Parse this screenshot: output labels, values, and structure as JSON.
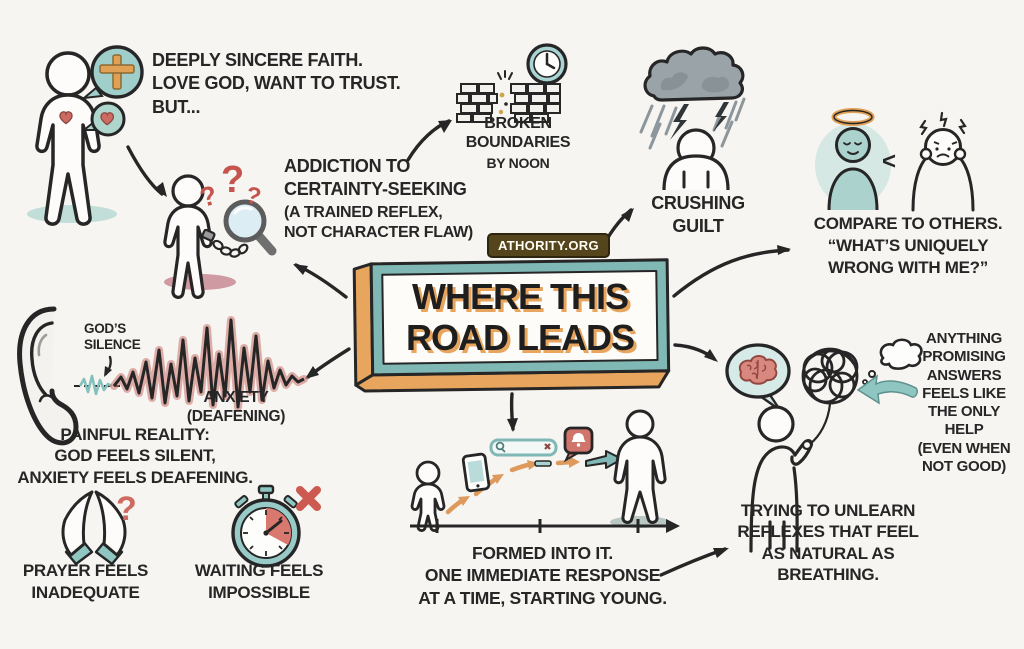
{
  "colors": {
    "background": "#f7f5f2",
    "ink": "#262626",
    "teal": "#8fc6c2",
    "teal_dark": "#7fb8b5",
    "teal_light": "#cfe6e3",
    "orange": "#e8a55e",
    "red": "#cd6b62",
    "red_bright": "#c4544c",
    "storm_gray": "#9aa3a7",
    "badge_bg": "#54451d"
  },
  "center": {
    "title": "WHERE THIS\nROAD LEADS",
    "badge": "ATHORITY.ORG"
  },
  "nodes": {
    "faith": {
      "label": "DEEPLY SINCERE FAITH.\nLOVE GOD, WANT TO TRUST.\nBUT..."
    },
    "addiction": {
      "title": "ADDICTION TO\nCERTAINTY-SEEKING",
      "subtitle": "(A TRAINED REFLEX,\nNOT CHARACTER FLAW)"
    },
    "boundaries": {
      "title": "BROKEN\nBOUNDARIES",
      "subtitle": "BY NOON"
    },
    "guilt": {
      "label": "CRUSHING\nGUILT"
    },
    "compare": {
      "label": "COMPARE TO OTHERS.\n“WHAT’S UNIQUELY\nWRONG WITH ME?”",
      "separator": "<"
    },
    "silence": {
      "small_wave_label": "GOD’S\nSILENCE",
      "large_wave_label": "ANXIETY\n(DEAFENING)",
      "caption": "PAINFUL REALITY:\nGOD FEELS SILENT,\nANXIETY FEELS DEAFENING."
    },
    "prayer": {
      "label": "PRAYER FEELS\nINADEQUATE"
    },
    "waiting": {
      "label": "WAITING FEELS\nIMPOSSIBLE"
    },
    "formed": {
      "label": "FORMED INTO IT.\nONE IMMEDIATE RESPONSE\nAT A TIME, STARTING YOUNG."
    },
    "unlearn": {
      "label": "TRYING TO UNLEARN\nREFLEXES THAT FEEL\nAS NATURAL AS\nBREATHING."
    },
    "anything": {
      "label": "ANYTHING\nPROMISING\nANSWERS\nFEELS LIKE\nTHE ONLY\nHELP\n(EVEN WHEN\nNOT GOOD)"
    }
  },
  "icons": {
    "faith-person": "person with heart, cross speech bubble, heart speech bubble",
    "certainty-seeker": "person chained to magnifying glass with question marks",
    "broken-wall": "cracked brick wall with clock",
    "storm-guilt": "storm cloud with lightning and rain over bowed person",
    "halo-person": "serene haloed teal figure",
    "stressed-person": "person clutching head with stress marks",
    "ear": "listening ear",
    "anxiety-wave": "jagged red-black waveform with small calm teal wave",
    "praying-hands": "praying hands with question mark",
    "stopwatch": "stopwatch with red wedge and red X",
    "formation-timeline": "child-to-adult timeline with phone, search bar, notification bell",
    "brain-bubble": "speech bubble containing brain",
    "tangle": "tangled scribble ball on string",
    "thought-cloud": "small thought cloud"
  }
}
